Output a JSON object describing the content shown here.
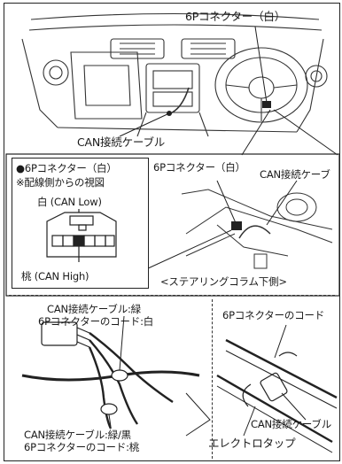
{
  "top": {
    "connector_label": "6Pコネクター（白）",
    "can_cable_label": "CAN接続ケーブル"
  },
  "inset": {
    "title": "●6Pコネクター（白）",
    "subtitle": "※配線側からの視図",
    "white_pin": "白 (CAN Low)",
    "pink_pin": "桃 (CAN High)"
  },
  "middle": {
    "connector_label": "6Pコネクター（白）",
    "can_cable_label": "CAN接続ケーブ",
    "caption": "<ステアリングコラム下側>"
  },
  "bottom_left": {
    "line1": "CAN接続ケーブル:緑",
    "line2": "6Pコネクターのコード:白",
    "line3": "CAN接続ケーブル:緑/黒",
    "line4": "6Pコネクターのコード:桃"
  },
  "bottom_right": {
    "cord_label": "6Pコネクターのコード",
    "cable_label": "CAN接続ケーブル",
    "tap_label": "エレクトロタップ"
  }
}
